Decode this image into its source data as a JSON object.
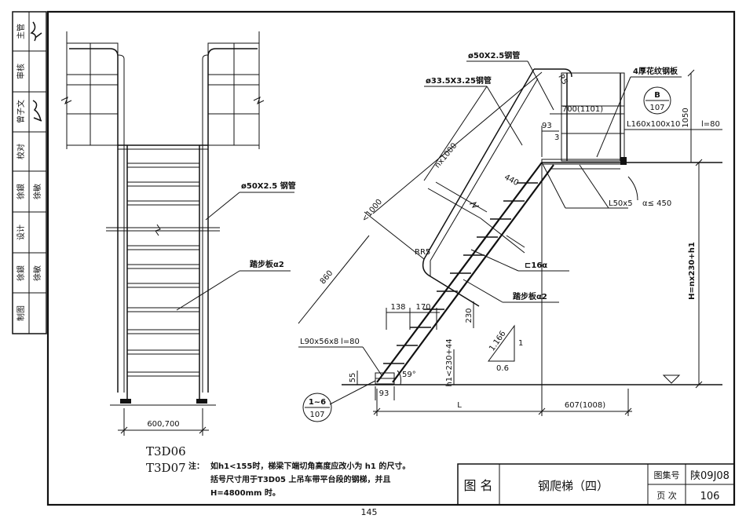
{
  "sidebar": {
    "rows": [
      {
        "role": "主管",
        "name": ""
      },
      {
        "role": "审核",
        "name": ""
      },
      {
        "role": "曾子文",
        "name": ""
      },
      {
        "role": "校对",
        "name": ""
      },
      {
        "role": "徐銀",
        "name": "徐敏"
      },
      {
        "role": "设计",
        "name": ""
      },
      {
        "role": "徐銀",
        "name": "徐敏"
      },
      {
        "role": "制图",
        "name": ""
      }
    ]
  },
  "front_view": {
    "pipe_label": "ø50X2.5 钢管",
    "tread_label": "踏步板α2",
    "width_label": "600,700"
  },
  "side_view": {
    "handrail_label": "ø50X2.5钢管",
    "rail_label": "ø33.5X3.25钢管",
    "plate_label": "4厚花纹钢板",
    "dim_r5_top": "R5",
    "dim_700": "700(1101)",
    "dim_93_top": "93",
    "dim_3": "3",
    "dim_1050": "1050",
    "angle_label": "L160x100x10",
    "angle_len": "l=80",
    "dim_nx1000": "nx1000",
    "dim_440": "440",
    "dim_lt1000": "<1000",
    "dim_l50": "L50x5",
    "dim_a450": "α≤ 450",
    "dim_rr5": "RR5",
    "channel_label": "⊏16α",
    "tread_label": "踏步板α2",
    "dim_860": "860",
    "dim_138": "138",
    "dim_170": "170",
    "dim_230": "230",
    "dim_slope": "1.166",
    "dim_slope_1": "1",
    "dim_slope_06": "0.6",
    "dim_h_right": "H=nx230+h1",
    "dim_h1": "h1<230+44",
    "bottom_angle": "L90x56x8",
    "bottom_angle_len": "l=80",
    "dim_55": "55",
    "dim_93_bottom": "93",
    "dim_angle_deg": "59°",
    "dim_L": "L",
    "dim_607": "607(1008)"
  },
  "callouts": {
    "b_top": "B",
    "b_bottom": "107",
    "c_top": "1~6",
    "c_bottom": "107"
  },
  "codes": [
    "T3D06",
    "T3D07"
  ],
  "note": {
    "prefix": "注：",
    "line1": "如h1<155时，梯梁下端切角高度应改小为 h1 的尺寸。",
    "line2": "括号尺寸用于T3D05 上吊车带平台段的钢梯，并且",
    "line3": "H=4800mm 时。"
  },
  "title_block": {
    "title_label": "图  名",
    "title": "钢爬梯（四）",
    "atlas_label": "图集号",
    "atlas_value": "陕09J08",
    "page_label": "页 次",
    "page_value": "106"
  },
  "page_number": "145"
}
